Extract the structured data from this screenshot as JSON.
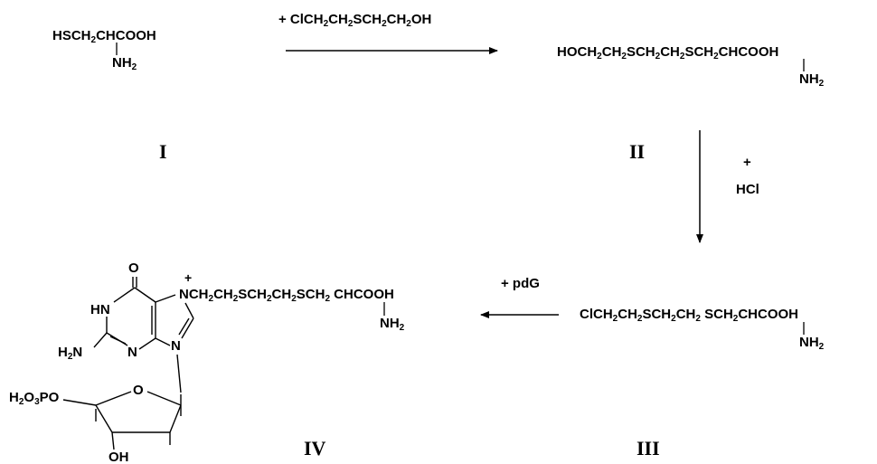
{
  "compounds": {
    "I": {
      "numeral": "I",
      "chain": "HSCH₂CHCOOH",
      "amine": "NH₂"
    },
    "II": {
      "numeral": "II",
      "chain": "HOCH₂CH₂SCH₂CH₂SCH₂CHCOOH",
      "amine": "NH₂"
    },
    "III": {
      "numeral": "III",
      "chain": "ClCH₂CH₂SCH₂CH₂ SCH₂CHCOOH",
      "amine": "NH₂"
    },
    "IV": {
      "numeral": "IV",
      "chain": "NCH₂CH₂SCH₂CH₂SCH₂ CHCOOH",
      "amine": "NH₂",
      "charge": "+"
    }
  },
  "reagents": {
    "step1": "+ ClCH₂CH₂SCH₂CH₂OH",
    "step2_plus": "+",
    "step2_reagent": "HCl",
    "step3": "+ pdG"
  },
  "guanine_atoms": {
    "carbonyl_o": "O",
    "hn": "HN",
    "h2n": "H₂N",
    "n3": "N",
    "n9": "N"
  },
  "sugar_atoms": {
    "ring_o": "O",
    "phosphate": "H₂O₃PO",
    "hydroxyl": "OH"
  }
}
